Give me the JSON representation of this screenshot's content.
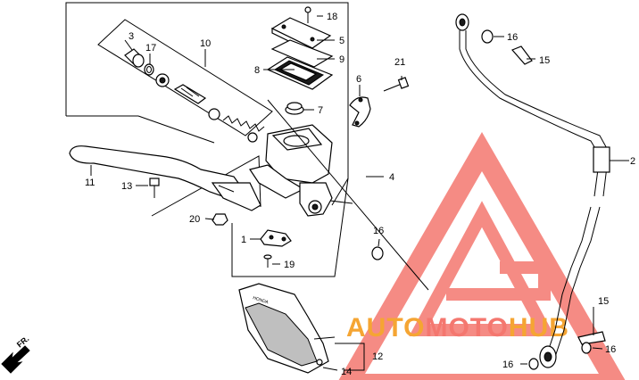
{
  "diagram": {
    "callouts": [
      "1",
      "2",
      "3",
      "4",
      "5",
      "6",
      "7",
      "8",
      "9",
      "10",
      "11",
      "12",
      "13",
      "14",
      "15",
      "15",
      "16",
      "16",
      "16",
      "16",
      "17",
      "18",
      "19",
      "20",
      "21"
    ],
    "direction_label": "FR.",
    "cover_brand": "HONDA",
    "watermark": {
      "part1": "AUTO",
      "part2": "MOTO",
      "part3": "HUB"
    },
    "colors": {
      "watermark_red": "#f4776f",
      "watermark_orange": "#f5a533",
      "line": "#000000"
    }
  }
}
